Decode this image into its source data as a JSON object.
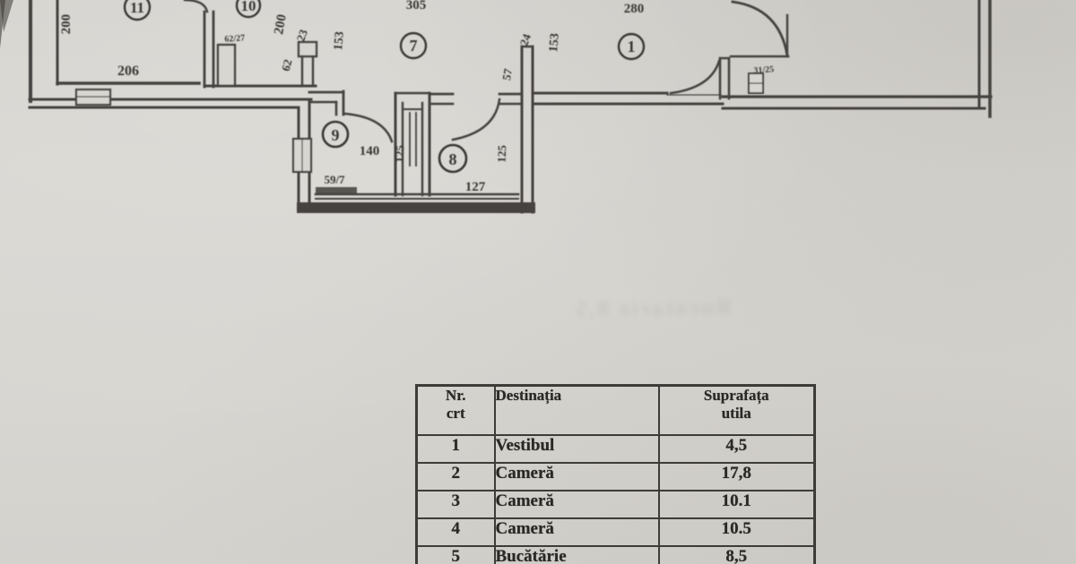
{
  "plan": {
    "room_numbers": {
      "r11": "11",
      "r10": "10",
      "r7": "7",
      "r1": "1",
      "r9": "9",
      "r8": "8"
    },
    "dimensions": {
      "room11_height": "200",
      "room11_width": "206",
      "door_62_27": "62/27",
      "room10_height": "200",
      "niche_23": "23",
      "niche_62": "62",
      "room7_left_153": "153",
      "room7_width": "305",
      "passage_24": "24",
      "passage_57": "57",
      "passage_153": "153",
      "room1_width": "280",
      "window_31_25": "31/25",
      "room9_width": "140",
      "room9_door_59_7": "59/7",
      "shaft_125": "125",
      "room8_width": "127",
      "room8_right_125": "125"
    }
  },
  "table": {
    "headers": {
      "nr_line1": "Nr.",
      "nr_line2": "crt",
      "dest": "Destinația",
      "area_line1": "Suprafața",
      "area_line2": "utila"
    },
    "rows": [
      {
        "nr": "1",
        "dest": "Vestibul",
        "area": "4,5"
      },
      {
        "nr": "2",
        "dest": "Cameră",
        "area": "17,8"
      },
      {
        "nr": "3",
        "dest": "Cameră",
        "area": "10.1"
      },
      {
        "nr": "4",
        "dest": "Cameră",
        "area": "10.5"
      },
      {
        "nr": "5",
        "dest": "Bucătărie",
        "area": "8,5"
      }
    ],
    "ghost_bleed": "Bucatarie 8,5"
  },
  "colors": {
    "paper": "#d8d6d1",
    "ink": "#45433f",
    "table_ink": "#2a2825"
  }
}
